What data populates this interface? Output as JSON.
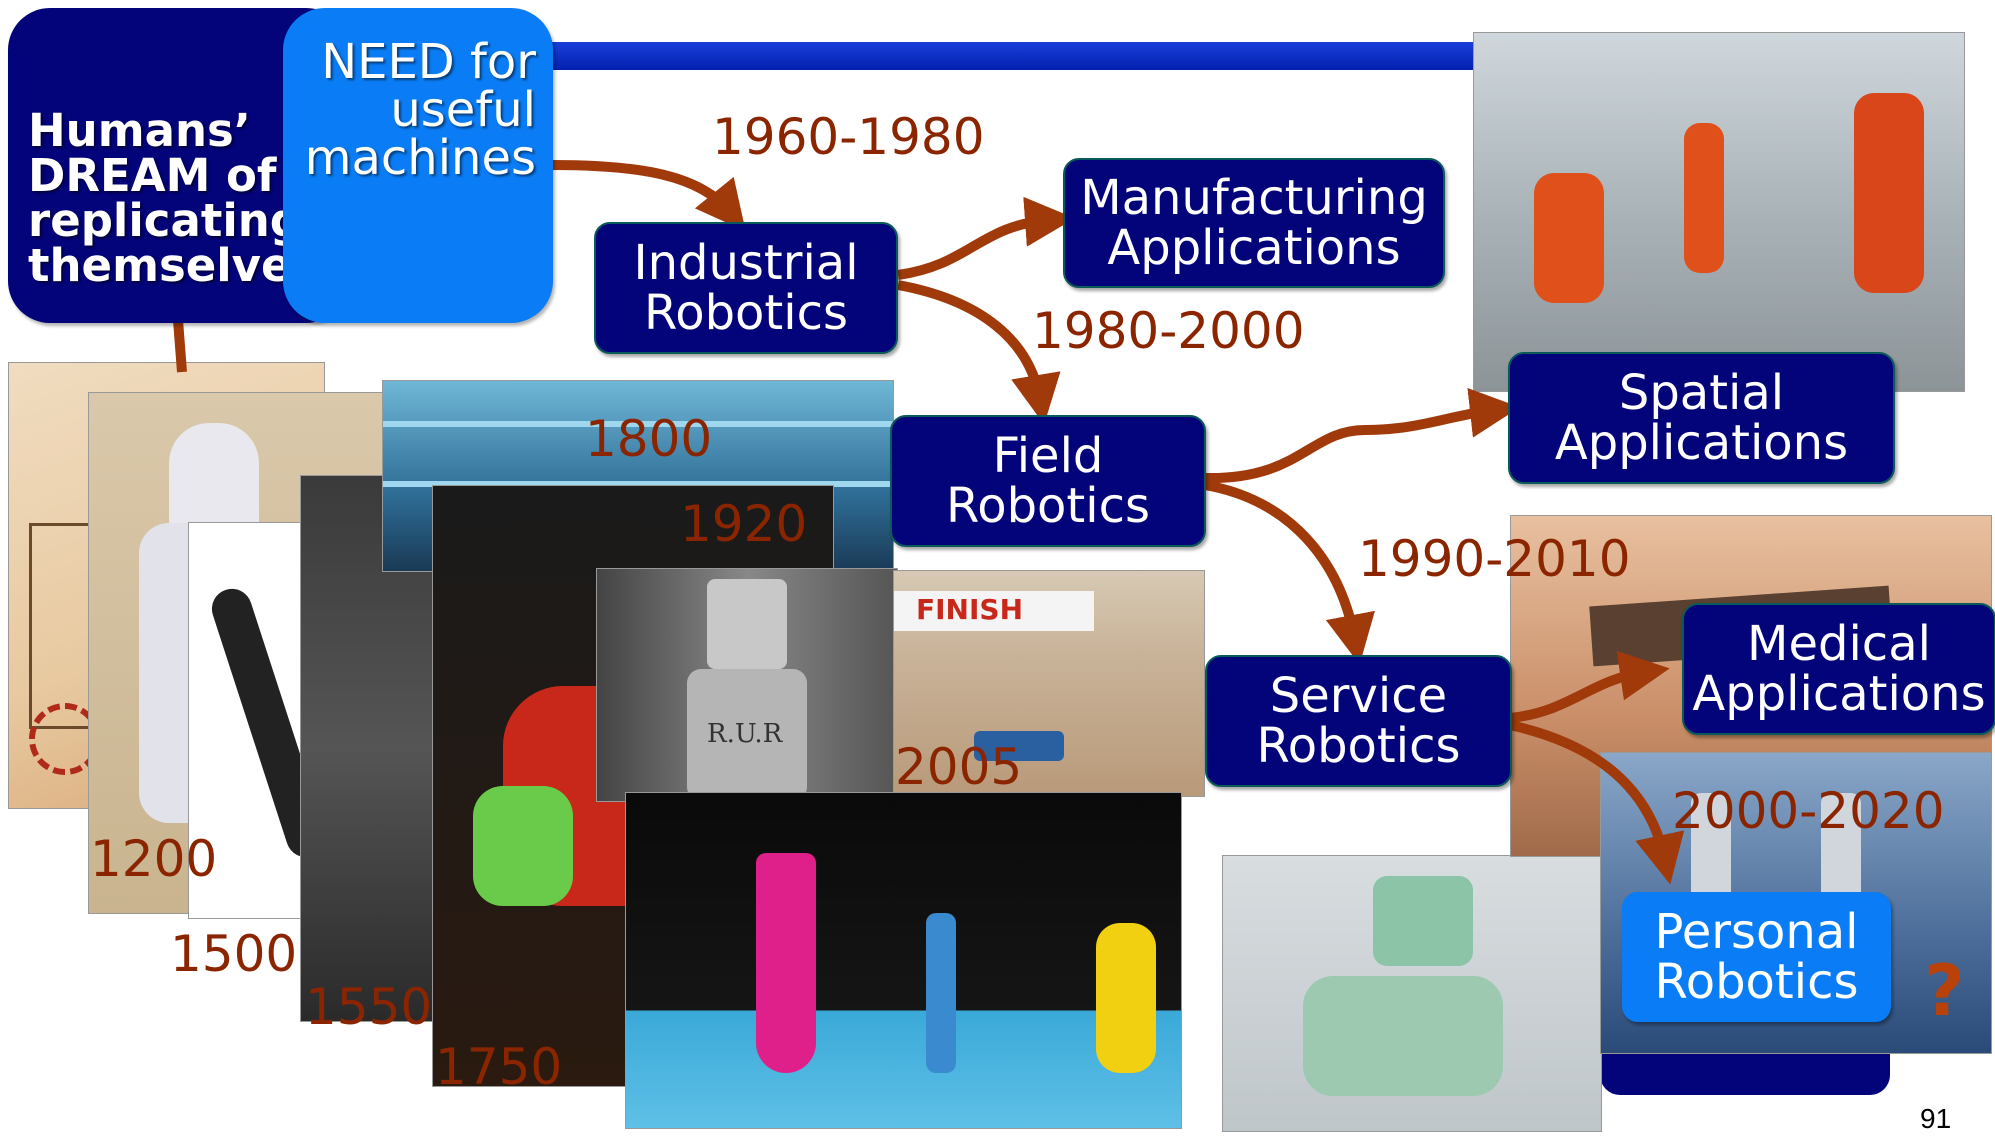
{
  "boxes": {
    "dream": "Humans’\nDREAM of\nreplicating\nthemselves",
    "need": "NEED for\nuseful\nmachines",
    "industrial": "Industrial\nRobotics",
    "manufacturing": "Manufacturing\nApplications",
    "field": "Field\nRobotics",
    "spatial": "Spatial\nApplications",
    "service": "Service\nRobotics",
    "medical": "Medical\nApplications",
    "personal": "Personal\nRobotics"
  },
  "years": {
    "y1960": "1960-1980",
    "y1980": "1980-2000",
    "y1990": "1990-2010",
    "y2000": "2000-2020",
    "y1200": "1200",
    "y1500": "1500",
    "y1550": "1550",
    "y1750": "1750",
    "y1800": "1800",
    "y1920": "1920",
    "y2005": "2005"
  },
  "photo_labels": {
    "finish": "FINISH",
    "rur": "R.U.R"
  },
  "question_mark": "?",
  "page_number": "91",
  "colors": {
    "box_fill": "#03037a",
    "light_box": "#0a6cf0",
    "arrow": "#a03a0a",
    "year_text": "#8b2500"
  }
}
